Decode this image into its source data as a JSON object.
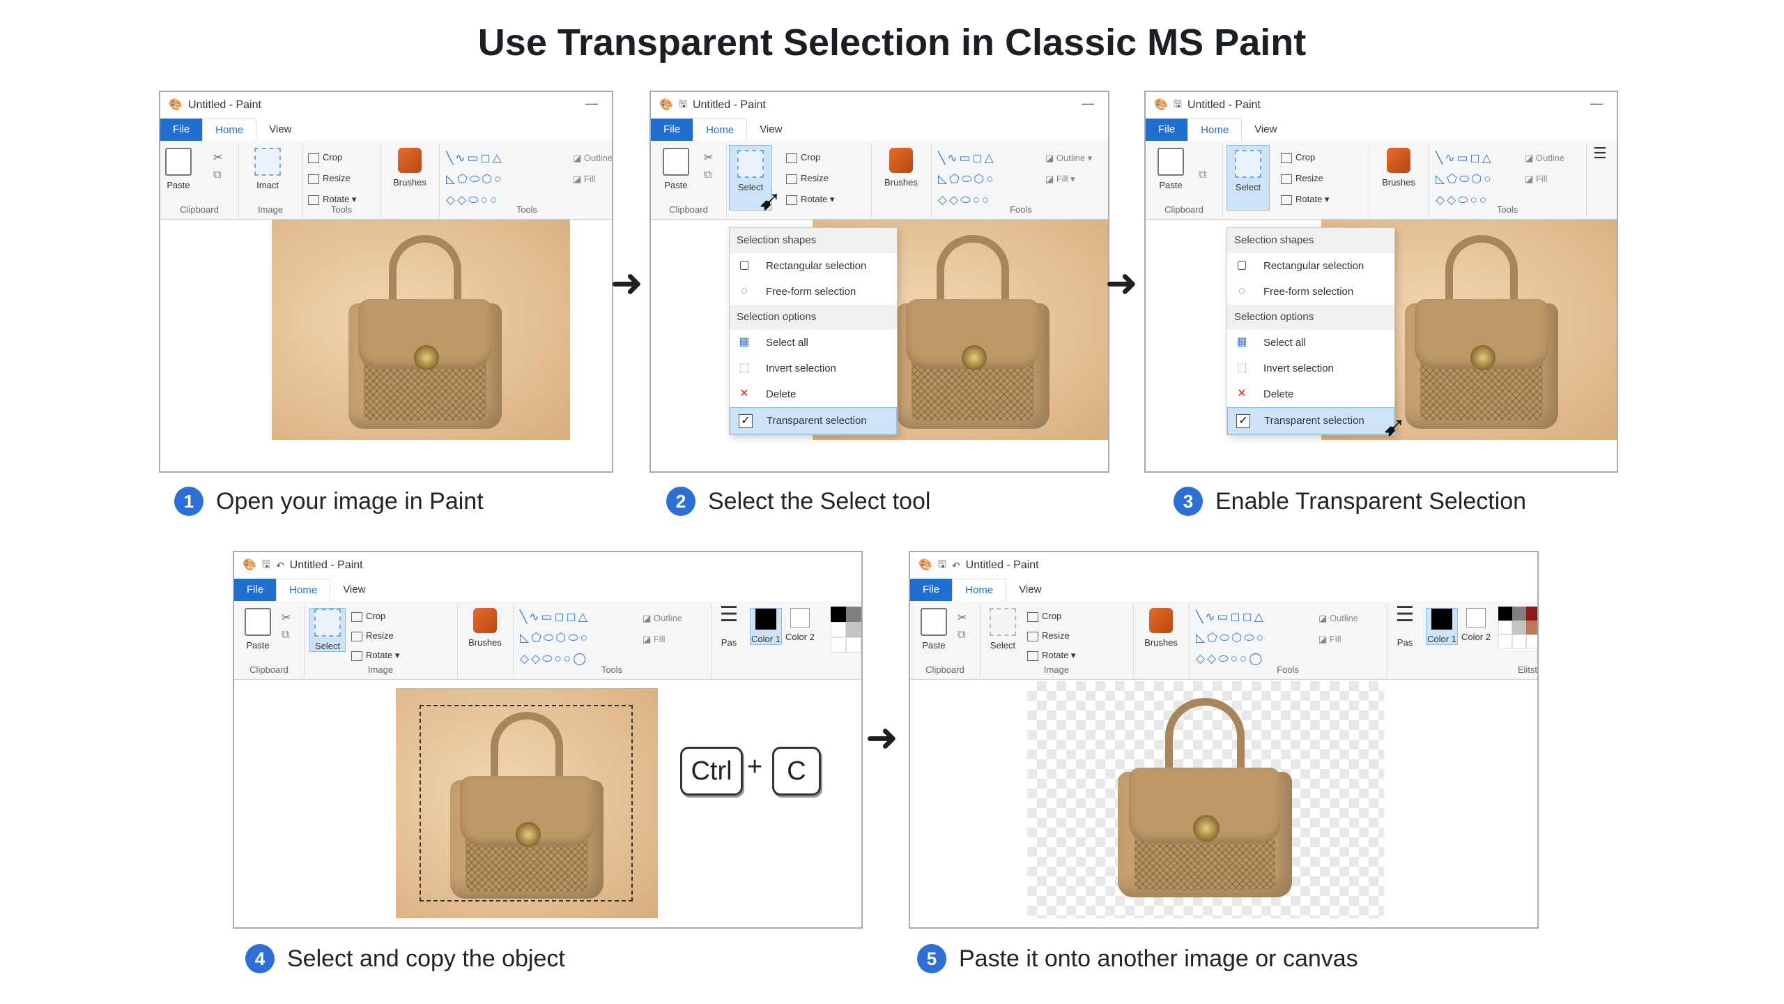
{
  "title": "Use Transparent Selection in Classic MS Paint",
  "window": {
    "title": "Untitled - Paint",
    "tabs": [
      "File",
      "Home",
      "View"
    ],
    "groups": [
      "Clipboard",
      "Image",
      "Tools"
    ],
    "buttons": {
      "paste": "Paste",
      "image": "Imact",
      "select": "Select",
      "crop": "Crop",
      "resize": "Resize",
      "rotate": "Rotate",
      "brushes": "Brushes",
      "outline": "Outline",
      "fill": "Fill",
      "size": "Pas",
      "color1": "Color 1",
      "color2": "Color 2",
      "edit_colors": "Elitst"
    }
  },
  "menu": {
    "shapes_header": "Selection shapes",
    "rect": "Rectangular selection",
    "free": "Free-form selection",
    "options_header": "Selection options",
    "select_all": "Select all",
    "invert": "Invert selection",
    "delete": "Delete",
    "transparent": "Transparent selection"
  },
  "labels": {
    "w2_tools_group": "Fools"
  },
  "steps": [
    {
      "num": "1",
      "text": "Open your image in Paint"
    },
    {
      "num": "2",
      "text": "Select the Select tool"
    },
    {
      "num": "3",
      "text": "Enable Transparent Selection"
    },
    {
      "num": "4",
      "text": "Select and copy the object"
    },
    {
      "num": "5",
      "text": "Paste it onto another image or canvas"
    }
  ],
  "keys": {
    "ctrl": "Ctrl",
    "c": "C",
    "plus": "+"
  },
  "icons": {
    "arrow": "arrow-right-icon",
    "cursor": "mouse-pointer-icon",
    "check": "check-icon"
  },
  "colors": {
    "file_tab": "#1e6fd0",
    "badge": "#2e6fd6",
    "highlight": "#cde4f8"
  }
}
